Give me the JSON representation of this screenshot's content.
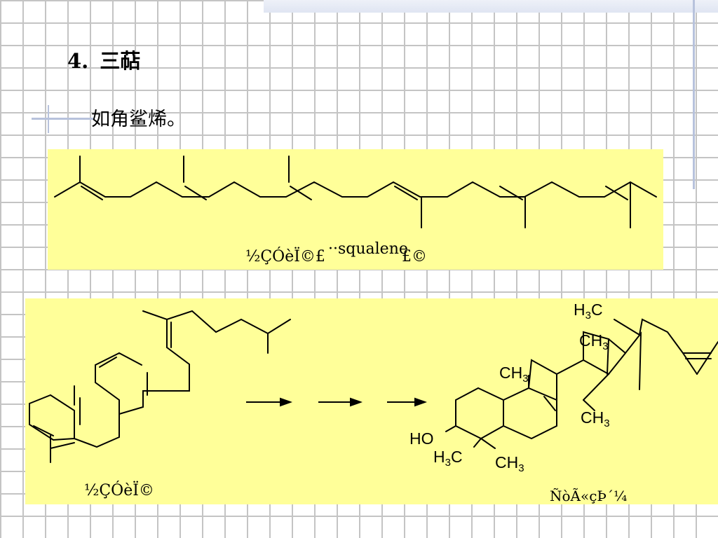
{
  "slide": {
    "heading_number": "4.",
    "heading_text": "三萜",
    "subtitle": "如角鲨烯。"
  },
  "panel_top": {
    "caption_prefix": "½ÇÓèÏ©£",
    "caption_english": "··squalene",
    "caption_suffix": "£©"
  },
  "panel_bottom": {
    "caption_left": "½ÇÓèÏ©",
    "caption_right": "ÑòÃ«çÞ´¼",
    "arrow_count": 3,
    "labels": {
      "h3c_top": "H3C",
      "ch3_upper": "CH3",
      "ch3_mid": "CH3",
      "ch3_right": "CH3",
      "ho": "HO",
      "h3c_bottom": "H3C",
      "ch3_bottom": "CH3"
    }
  },
  "colors": {
    "panel_fill": "#ffff99",
    "grid_line": "#c4c4c4",
    "accent_line": "#b7c2dc",
    "text": "#000000"
  }
}
